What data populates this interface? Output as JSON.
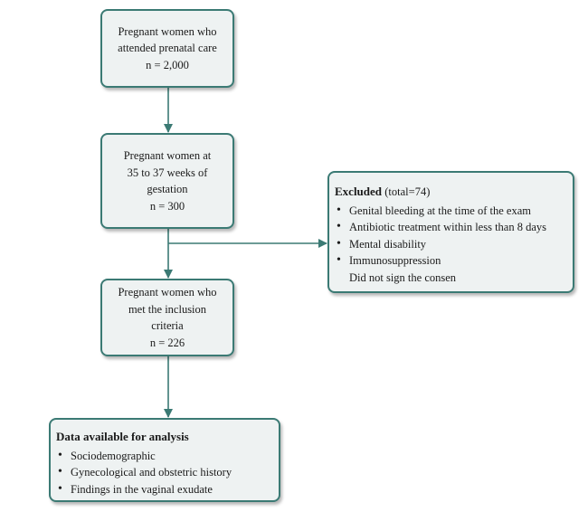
{
  "boxes": {
    "attended": {
      "lines": [
        "Pregnant women who",
        "attended prenatal care",
        "n = 2,000"
      ]
    },
    "weeks": {
      "lines": [
        "Pregnant women at",
        "35 to 37 weeks of",
        "gestation",
        "n = 300"
      ]
    },
    "inclusion": {
      "lines": [
        "Pregnant women who",
        "met the inclusion",
        "criteria",
        "n = 226"
      ]
    },
    "excluded": {
      "title": "Excluded",
      "total": "(total=74)",
      "items": [
        {
          "text": "Genital bleeding at the time of the exam",
          "bullet": true
        },
        {
          "text": "Antibiotic treatment within less than 8 days",
          "bullet": true
        },
        {
          "text": "Mental disability",
          "bullet": true
        },
        {
          "text": "Immunosuppression",
          "bullet": true
        },
        {
          "text": "Did not sign the consen",
          "bullet": false
        }
      ]
    },
    "analysis": {
      "title": "Data available for analysis",
      "items": [
        {
          "text": "Sociodemographic",
          "bullet": true
        },
        {
          "text": "Gynecological and obstetric history",
          "bullet": true
        },
        {
          "text": "Findings in the vaginal exudate",
          "bullet": true
        }
      ]
    }
  },
  "colors": {
    "border": "#3b7a74",
    "fill": "#eef2f2",
    "arrow": "#3b7a74"
  }
}
